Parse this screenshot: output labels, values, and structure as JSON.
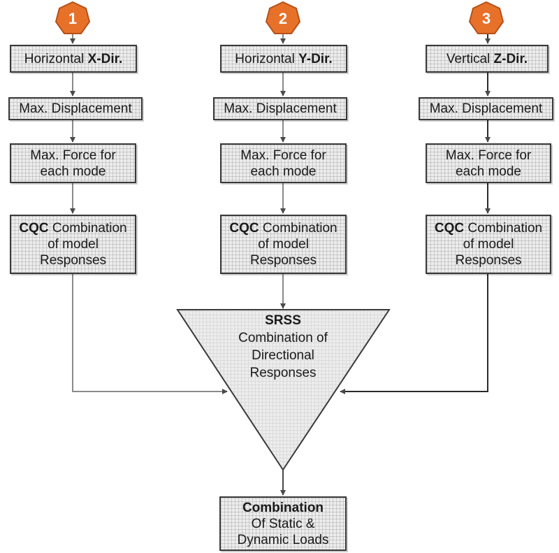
{
  "badges": [
    "1",
    "2",
    "3"
  ],
  "columns": [
    {
      "direction_prefix": "Horizontal",
      "direction_bold": "X-Dir.",
      "displacement": "Max. Displacement",
      "force_line1": "Max. Force for",
      "force_line2": "each mode",
      "cqc_bold": "CQC",
      "cqc_line1_rest": "Combination",
      "cqc_line2": "of model",
      "cqc_line3": "Responses"
    },
    {
      "direction_prefix": "Horizontal",
      "direction_bold": "Y-Dir.",
      "displacement": "Max. Displacement",
      "force_line1": "Max. Force for",
      "force_line2": "each mode",
      "cqc_bold": "CQC",
      "cqc_line1_rest": "Combination",
      "cqc_line2": "of model",
      "cqc_line3": "Responses"
    },
    {
      "direction_prefix": "Vertical",
      "direction_bold": "Z-Dir.",
      "displacement": "Max. Displacement",
      "force_line1": "Max. Force for",
      "force_line2": "each mode",
      "cqc_bold": "CQC",
      "cqc_line1_rest": "Combination",
      "cqc_line2": "of model",
      "cqc_line3": "Responses"
    }
  ],
  "srss": {
    "title": "SRSS",
    "line1": "Combination of",
    "line2": "Directional",
    "line3": "Responses"
  },
  "final": {
    "title": "Combination",
    "line1": "Of Static &",
    "line2": "Dynamic Loads"
  },
  "colors": {
    "badge_fill": "#e8712a",
    "badge_border": "#b5511a",
    "box_fill": "#ececec",
    "line": "#4a4a4a"
  }
}
